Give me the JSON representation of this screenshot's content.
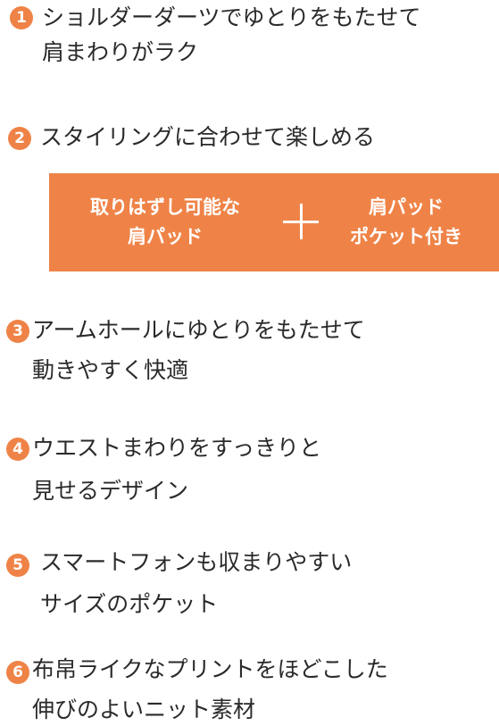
{
  "accent_color": "#ef8347",
  "features": [
    {
      "number": "1",
      "lines": [
        "ショルダーダーツでゆとりをもたせて",
        "肩まわりがラク"
      ]
    },
    {
      "number": "2",
      "lines": [
        "スタイリングに合わせて楽しめる"
      ]
    },
    {
      "number": "3",
      "lines": [
        "アームホールにゆとりをもたせて",
        "動きやすく快適"
      ]
    },
    {
      "number": "4",
      "lines": [
        "ウエストまわりをすっきりと",
        "見せるデザイン"
      ]
    },
    {
      "number": "5",
      "lines": [
        "スマートフォンも収まりやすい",
        "サイズのポケット"
      ]
    },
    {
      "number": "6",
      "lines": [
        "布帛ライクなプリントをほどこした",
        "伸びのよいニット素材"
      ]
    }
  ],
  "banner": {
    "left_lines": [
      "取りはずし可能な",
      "肩パッド"
    ],
    "plus_symbol": "+",
    "right_lines": [
      "肩パッド",
      "ポケット付き"
    ]
  }
}
